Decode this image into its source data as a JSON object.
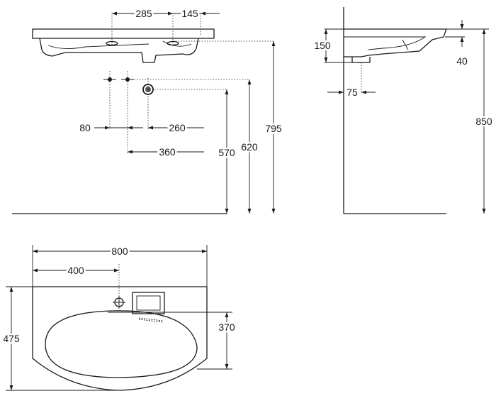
{
  "dimensions": {
    "d285": "285",
    "d145": "145",
    "d150": "150",
    "d40": "40",
    "d75": "75",
    "d850": "850",
    "d795": "795",
    "d620": "620",
    "d570": "570",
    "d80": "80",
    "d260": "260",
    "d360": "360",
    "d800": "800",
    "d400": "400",
    "d475": "475",
    "d370": "370"
  }
}
